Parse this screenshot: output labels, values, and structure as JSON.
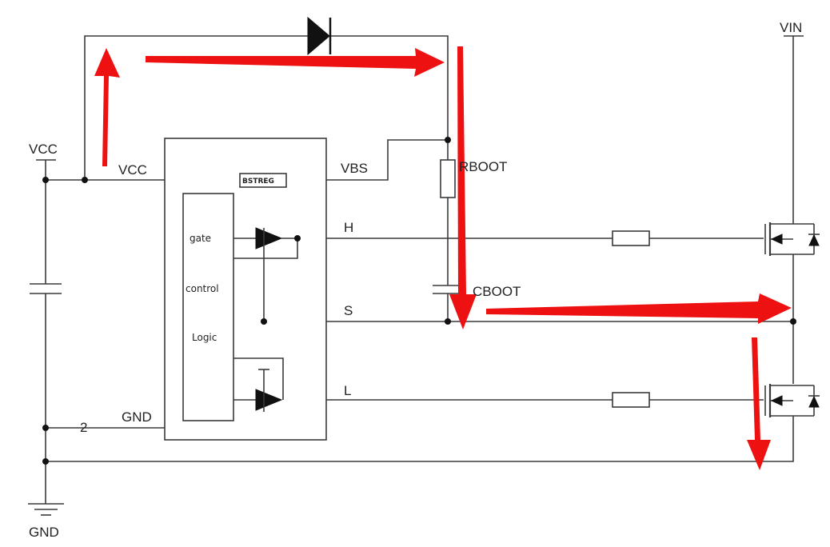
{
  "diagram": {
    "labels": {
      "vcc_rail": "VCC",
      "vcc_pin": "VCC",
      "gnd_pin": "GND",
      "gnd_symbol": "GND",
      "pin2": "2",
      "vbs": "VBS",
      "bstreg": "BSTREG",
      "rboot": "RBOOT",
      "cboot": "CBOOT",
      "h": "H",
      "s": "S",
      "l": "L",
      "vin": "VIN",
      "gate": "gate",
      "control": "control",
      "logic": "Logic"
    },
    "colors": {
      "wire": "#3a3a3a",
      "arrow": "#ee1111",
      "background": "#ffffff"
    }
  }
}
